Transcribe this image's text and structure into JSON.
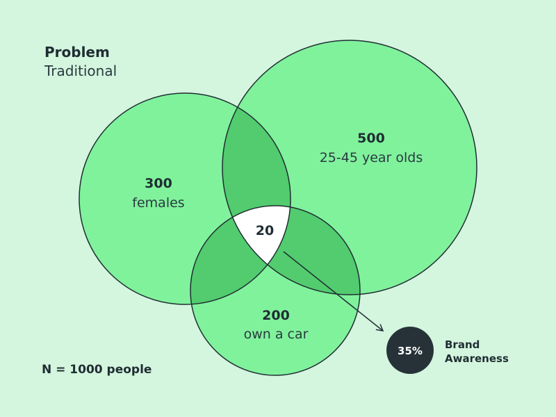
{
  "header": {
    "title": "Problem",
    "subtitle": "Traditional"
  },
  "sets": [
    {
      "count": "300",
      "label": "females"
    },
    {
      "count": "500",
      "label": "25-45 year olds"
    },
    {
      "count": "200",
      "label": "own a car"
    }
  ],
  "intersection": {
    "count": "20"
  },
  "callout": {
    "percent": "35%",
    "label_line1": "Brand",
    "label_line2": "Awareness"
  },
  "footnote": "N = 1000 people",
  "colors": {
    "background": "#d4f5de",
    "circle_fill": "#80f29c",
    "overlap_fill": "#52cc6e",
    "center_fill": "#ffffff",
    "outline": "#1f2d33",
    "badge": "#263238"
  }
}
